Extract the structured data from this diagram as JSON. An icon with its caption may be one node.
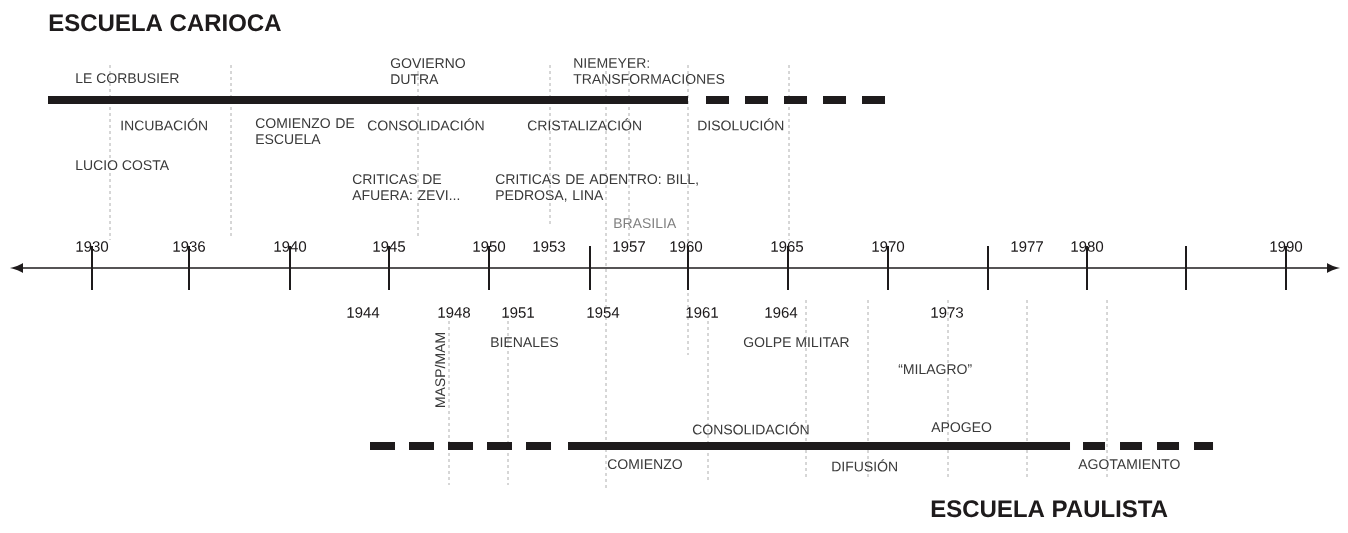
{
  "diagram": {
    "title": "ESCUELA CARIOCA",
    "labels": [
      "GOVIERNO DUTRA",
      "NIEMEYER: TRANSFORMACIONES",
      "LE CORBUSIER",
      "INCUBACIÓN",
      "COMIENZO DE ESCUELA",
      "CONSOLIDACIÓN",
      "CRISTALIZACIÓN",
      "DISOLUCIÓN",
      "LUCIO COSTA",
      "CRITICAS DE AFUERA: ZEVI...",
      "CRITICAS DE ADENTRO: BILL, PEDROSA, LINA",
      "BRASILIA",
      "1930",
      "1936",
      "1940",
      "1945",
      "1950",
      "1953",
      "1957",
      "1960",
      "1965",
      "1970",
      "1977",
      "1980",
      "1990",
      "1944",
      "1948",
      "1951",
      "1954",
      "1961",
      "1964",
      "1973",
      "BIENALES",
      "GOLPE MILITAR",
      "MASP/MAM",
      "“MILAGRO”",
      "CONSOLIDACIÓN",
      "APOGEO",
      "COMIENZO",
      "DIFUSIÓN",
      "AGOTAMIENTO",
      "ESCUELA PAULISTA"
    ]
  }
}
